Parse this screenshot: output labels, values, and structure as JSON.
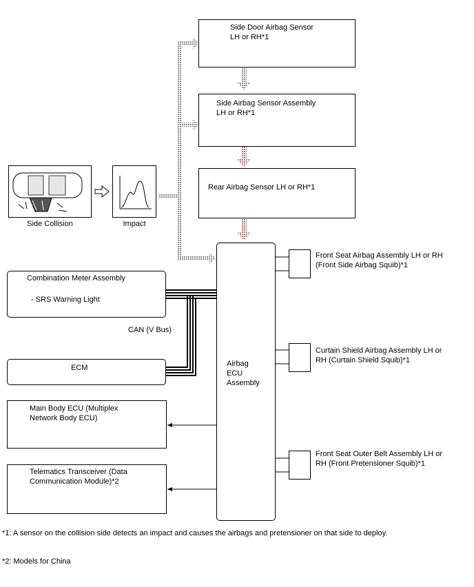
{
  "sensors": {
    "side_door": "Side Door Airbag Sensor\nLH or RH*1",
    "side_airbag": "Side Airbag Sensor Assembly\nLH or RH*1",
    "rear": "Rear Airbag Sensor LH or RH*1"
  },
  "collision": {
    "side_collision": "Side Collision",
    "impact": "Impact"
  },
  "ecu": {
    "airbag_ecu": "Airbag\nECU\nAssembly"
  },
  "outputs": {
    "front_seat_airbag": "Front Seat Airbag Assembly LH or RH\n(Front Side Airbag Squib)*1",
    "curtain_shield": "Curtain Shield Airbag Assembly LH or\nRH (Curtain Shield Squib)*1",
    "outer_belt": "Front Seat Outer Belt Assembly LH or\nRH (Front Pretensioner Squib)*1"
  },
  "left": {
    "combination_meter": "Combination Meter Assembly",
    "srs_warning": "- SRS Warning Light",
    "can_bus": "CAN (V Bus)",
    "ecm": "ECM",
    "main_body_ecu": "Main Body ECU (Multiplex\nNetwork Body ECU)",
    "telematics": "Telematics Transceiver (Data\nCommunication Module)*2"
  },
  "notes": {
    "note1": "*1: A sensor on the collision side detects an impact and causes the airbags and pretensioner on that side to deploy.",
    "note2": "*2: Models for China"
  },
  "colors": {
    "dotted_arrow": "#9a9a9a",
    "reddish_arrow": "#a08078"
  }
}
